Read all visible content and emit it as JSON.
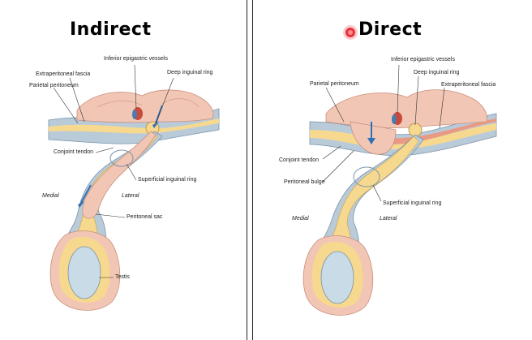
{
  "left": {
    "title": "Indirect",
    "labels": {
      "inferior_epigastric": "Inferior epigastric vessels",
      "extraperitoneal": "Extraperitoneal fascia",
      "deep_ring": "Deep inguinal ring",
      "parietal": "Parietal peritoneum",
      "conjoint": "Conjoint tendon",
      "superficial_ring": "Superficial inguinal ring",
      "medial": "Medial",
      "lateral": "Lateral",
      "peritoneal_sac": "Peritoneal sac",
      "testis": "Testis"
    }
  },
  "right": {
    "title": "Direct",
    "labels": {
      "inferior_epigastric": "Inferior epigastric vessels",
      "deep_ring": "Deep inguinal ring",
      "parietal": "Parietal peritoneum",
      "extraperitoneal": "Extraperitoneal fascia",
      "conjoint": "Conjoint tendon",
      "peritoneal_bulge": "Peritoneal bulge",
      "superficial_ring": "Superficial inguinal ring",
      "medial": "Medial",
      "lateral": "Lateral"
    }
  },
  "colors": {
    "skin": "#f1c6b5",
    "fat": "#f6d98f",
    "fascia_blue": "#b9cbd9",
    "muscle": "#e89a86",
    "testis": "#c8dbe6",
    "arrow": "#2f6fb5",
    "recording_dot": "#e8323c"
  }
}
